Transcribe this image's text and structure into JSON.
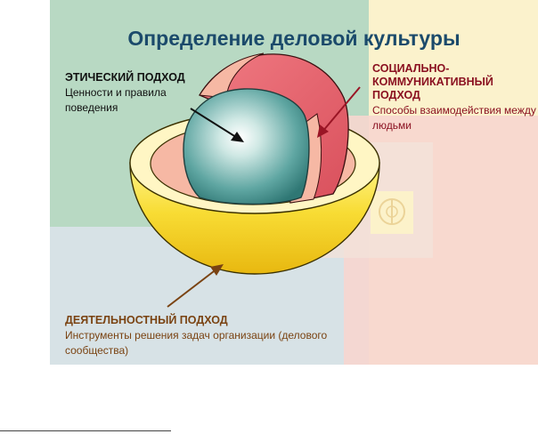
{
  "title": "Определение деловой культуры",
  "ethical": {
    "heading": "ЭТИЧЕСКИЙ ПОДХОД",
    "description": "Ценности и правила поведения"
  },
  "social": {
    "heading": "СОЦИАЛЬНО-\nКОММУНИКАТИВНЫЙ\nПОДХОД",
    "description": "Способы взаимодействия между людьми"
  },
  "activity": {
    "heading": "ДЕЯТЕЛЬНОСТНЫЙ ПОДХОД",
    "description": "Инструменты решения задач организации (делового сообщества)"
  },
  "colors": {
    "title": "#1b4a6b",
    "ethical_text": "#111111",
    "social_text": "#8a1020",
    "activity_text": "#7a4312",
    "outer_shell": "#f6d42c",
    "middle_layer": "#e05c66",
    "core": "#4f9c98"
  },
  "icons": {
    "watermark": "phi-logo-icon"
  }
}
